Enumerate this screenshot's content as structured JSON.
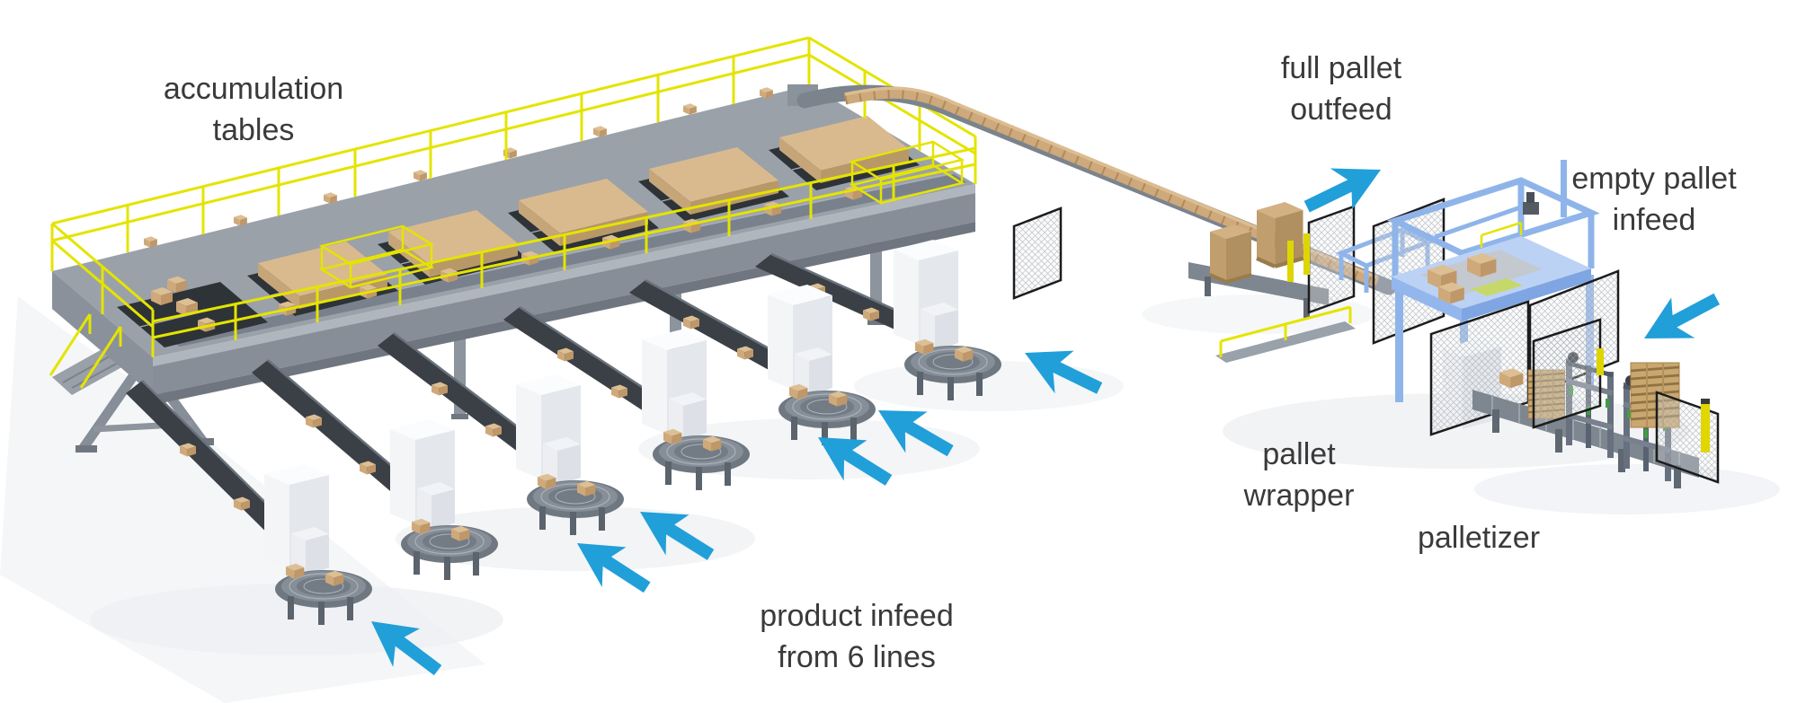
{
  "diagram": {
    "type": "isometric-equipment-layout",
    "subject": "palletizing line overview"
  },
  "labels": {
    "accumulation_tables": {
      "line1": "accumulation",
      "line2": "tables"
    },
    "full_pallet_outfeed": {
      "line1": "full pallet",
      "line2": "outfeed"
    },
    "empty_pallet_infeed": {
      "line1": "empty pallet",
      "line2": "infeed"
    },
    "pallet_wrapper": {
      "line1": "pallet",
      "line2": "wrapper"
    },
    "palletizer": {
      "line1": "palletizer"
    },
    "product_infeed": {
      "line1": "product infeed",
      "line2": "from 6 lines"
    }
  },
  "icons": {
    "flow_arrow": "directional flow arrow"
  },
  "flow_arrows": [
    {
      "name": "product-infeed-arrow-1",
      "direction": "up-left"
    },
    {
      "name": "product-infeed-arrow-2",
      "direction": "up-left"
    },
    {
      "name": "product-infeed-arrow-3",
      "direction": "up-left"
    },
    {
      "name": "product-infeed-arrow-4",
      "direction": "up-left"
    },
    {
      "name": "product-infeed-arrow-5",
      "direction": "up-left"
    },
    {
      "name": "product-infeed-arrow-6",
      "direction": "up-left"
    },
    {
      "name": "full-pallet-outfeed-arrow",
      "direction": "up-right"
    },
    {
      "name": "empty-pallet-infeed-arrow",
      "direction": "down-left"
    }
  ],
  "colors": {
    "flow_arrow": "#219fd9",
    "label_text": "#3a3a3a",
    "railing_yellow": "#e4e400",
    "carton_tan": "#d2ae7e",
    "machine_frame_blue": "#8fb4ea",
    "guard_fence_black": "#1c1c1c",
    "platform_gray": "#9ba1a9",
    "table_dark": "#2e3338",
    "background": "#ffffff"
  }
}
